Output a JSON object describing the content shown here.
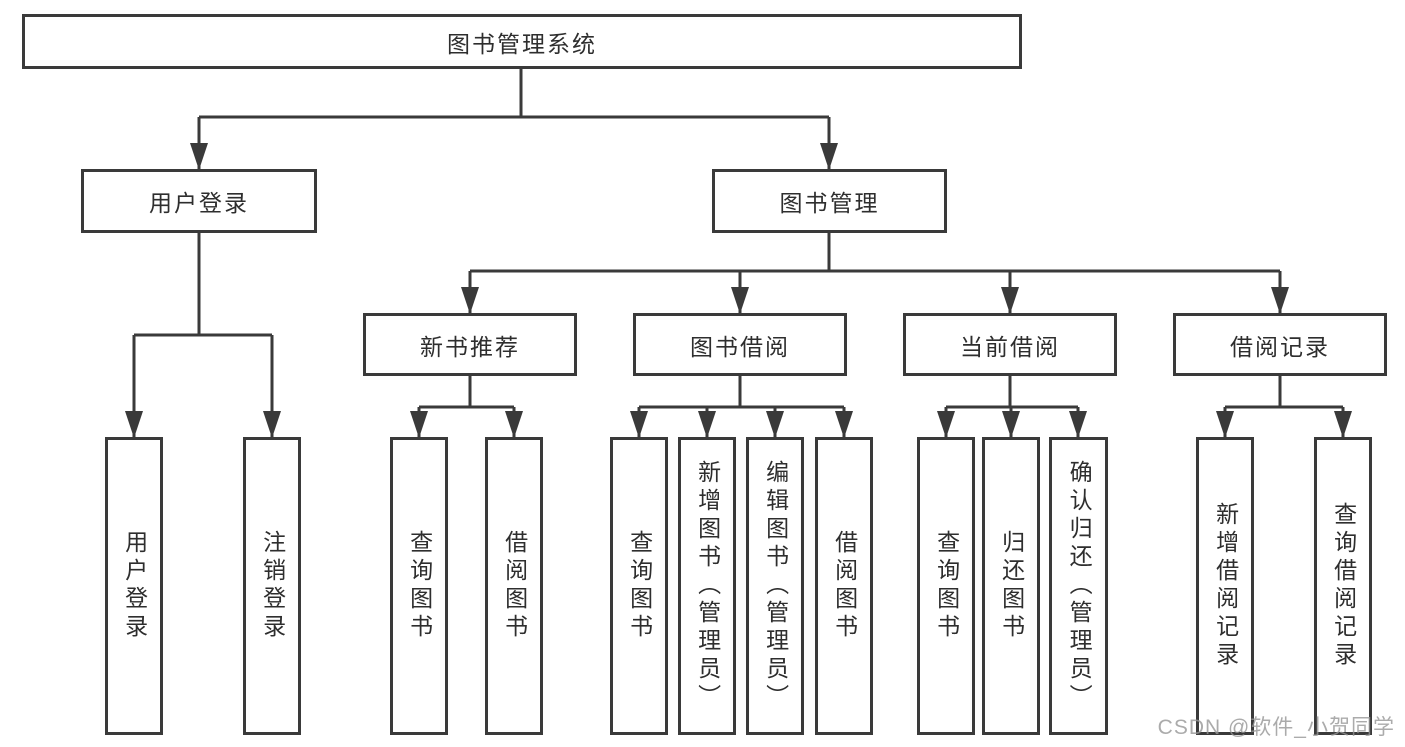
{
  "colors": {
    "line": "#3a3a3a",
    "box_border": "#3a3a3a",
    "text": "#2e2e2e",
    "background": "#ffffff",
    "watermark": "#969696"
  },
  "tree": {
    "root": {
      "label": "图书管理系统"
    },
    "branches": [
      {
        "label": "用户登录",
        "children": [
          {
            "label": "用户登录"
          },
          {
            "label": "注销登录"
          }
        ]
      },
      {
        "label": "图书管理",
        "children": [
          {
            "label": "新书推荐",
            "children": [
              {
                "label": "查询图书"
              },
              {
                "label": "借阅图书"
              }
            ]
          },
          {
            "label": "图书借阅",
            "children": [
              {
                "label": "查询图书"
              },
              {
                "label": "新增图书（管理员）"
              },
              {
                "label": "编辑图书（管理员）"
              },
              {
                "label": "借阅图书"
              }
            ]
          },
          {
            "label": "当前借阅",
            "children": [
              {
                "label": "查询图书"
              },
              {
                "label": "归还图书"
              },
              {
                "label": "确认归还（管理员）"
              }
            ]
          },
          {
            "label": "借阅记录",
            "children": [
              {
                "label": "新增借阅记录"
              },
              {
                "label": "查询借阅记录"
              }
            ]
          }
        ]
      }
    ]
  },
  "watermark": {
    "text": "CSDN @软件_小贺同学"
  }
}
